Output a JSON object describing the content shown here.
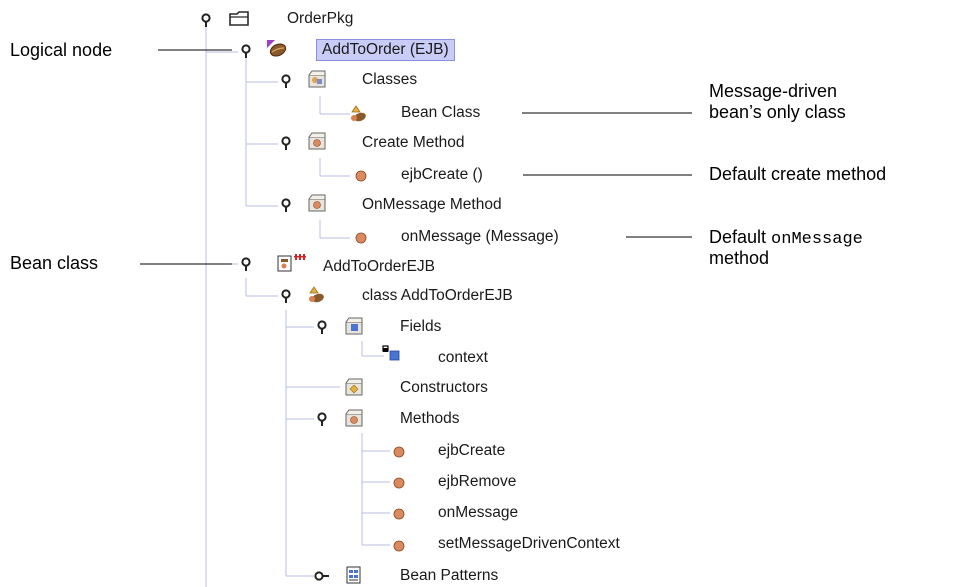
{
  "tree": {
    "nodes": [
      {
        "id": "orderpkg",
        "label": "OrderPkg",
        "icon": "package-folder-icon",
        "toggle": "expanded"
      },
      {
        "id": "addtoorder",
        "label": "AddToOrder (EJB)",
        "icon": "ejb-bean-icon",
        "toggle": "expanded",
        "selected": true
      },
      {
        "id": "classes",
        "label": "Classes",
        "icon": "classes-folder-icon",
        "toggle": "expanded"
      },
      {
        "id": "beanclass",
        "label": "Bean Class",
        "icon": "bean-class-icon"
      },
      {
        "id": "createmethod",
        "label": "Create Method",
        "icon": "method-folder-icon",
        "toggle": "expanded"
      },
      {
        "id": "ejbcreate-default",
        "label": "ejbCreate ()",
        "icon": "method-dot-icon"
      },
      {
        "id": "onmessagemethod",
        "label": "OnMessage Method",
        "icon": "method-folder-icon",
        "toggle": "expanded"
      },
      {
        "id": "onmessage-default",
        "label": "onMessage (Message)",
        "icon": "method-dot-icon"
      },
      {
        "id": "addtoorderejb",
        "label": "AddToOrderEJB",
        "icon": "java-source-icon",
        "toggle": "expanded"
      },
      {
        "id": "classaddtoorderejb",
        "label": "class AddToOrderEJB",
        "icon": "bean-class-icon",
        "toggle": "expanded"
      },
      {
        "id": "fields",
        "label": "Fields",
        "icon": "fields-folder-icon",
        "toggle": "expanded"
      },
      {
        "id": "context",
        "label": "context",
        "icon": "private-field-icon"
      },
      {
        "id": "constructors",
        "label": "Constructors",
        "icon": "constructors-folder-icon"
      },
      {
        "id": "methods",
        "label": "Methods",
        "icon": "method-folder-icon",
        "toggle": "expanded"
      },
      {
        "id": "m-ejbcreate",
        "label": "ejbCreate",
        "icon": "method-dot-icon"
      },
      {
        "id": "m-ejbremove",
        "label": "ejbRemove",
        "icon": "method-dot-icon"
      },
      {
        "id": "m-onmessage",
        "label": "onMessage",
        "icon": "method-dot-icon"
      },
      {
        "id": "m-setmdc",
        "label": "setMessageDrivenContext",
        "icon": "method-dot-icon"
      },
      {
        "id": "beanpatterns",
        "label": "Bean Patterns",
        "icon": "bean-patterns-icon",
        "toggle": "collapsed"
      }
    ]
  },
  "callouts": {
    "logical_node": "Logical node",
    "bean_class": "Bean class",
    "mdb_line1": "Message-driven",
    "mdb_line2": "bean’s only class",
    "default_create": "Default create method",
    "default_onmessage_prefix": "Default ",
    "default_onmessage_code": "onMessage",
    "default_onmessage_line2": "method"
  },
  "colors": {
    "tree_line": "#b8bce4",
    "selection_bg": "#c9ccf6",
    "method_dot": "#d98a60",
    "field_square": "#4a74d0",
    "bean_brown": "#8b5a2b"
  }
}
